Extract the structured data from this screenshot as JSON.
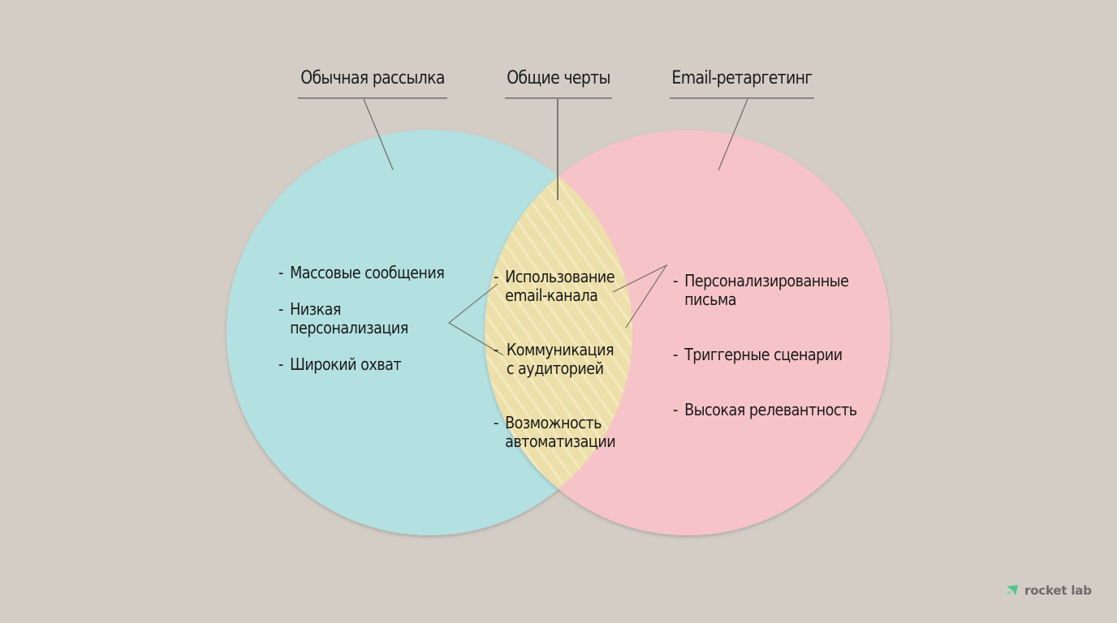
{
  "diagram": {
    "type": "venn",
    "colors": {
      "background": "#d3cdc6",
      "left_circle": "#b3e0e1",
      "right_circle": "#f6c4c8",
      "intersection": "#eedfa8",
      "leader_lines": "#6e6a66",
      "text": "#1a1a1a"
    },
    "left": {
      "title": "Обычная рассылка",
      "items": [
        {
          "dash": "-",
          "text": "Массовые сообщения"
        },
        {
          "dash": "-",
          "text": "Низкая\nперсонализация"
        },
        {
          "dash": "-",
          "text": "Широкий охват"
        }
      ]
    },
    "middle": {
      "title": "Общие черты",
      "items": [
        {
          "dash": "-",
          "text": "Использование\nemail-канала"
        },
        {
          "dash": "-",
          "text": "Коммуникация\nс аудиторией"
        },
        {
          "dash": "-",
          "text": "Возможность\nавтоматизации"
        }
      ]
    },
    "right": {
      "title": "Email-ретаргетинг",
      "items": [
        {
          "dash": "-",
          "text": "Персонализированные\nписьма"
        },
        {
          "dash": "-",
          "text": "Триггерные сценарии"
        },
        {
          "dash": "-",
          "text": "Высокая релевантность"
        }
      ]
    }
  },
  "logo": {
    "icon": "rocket-arrow-icon",
    "text": "rocket lab",
    "icon_color": "#4cc68e"
  }
}
